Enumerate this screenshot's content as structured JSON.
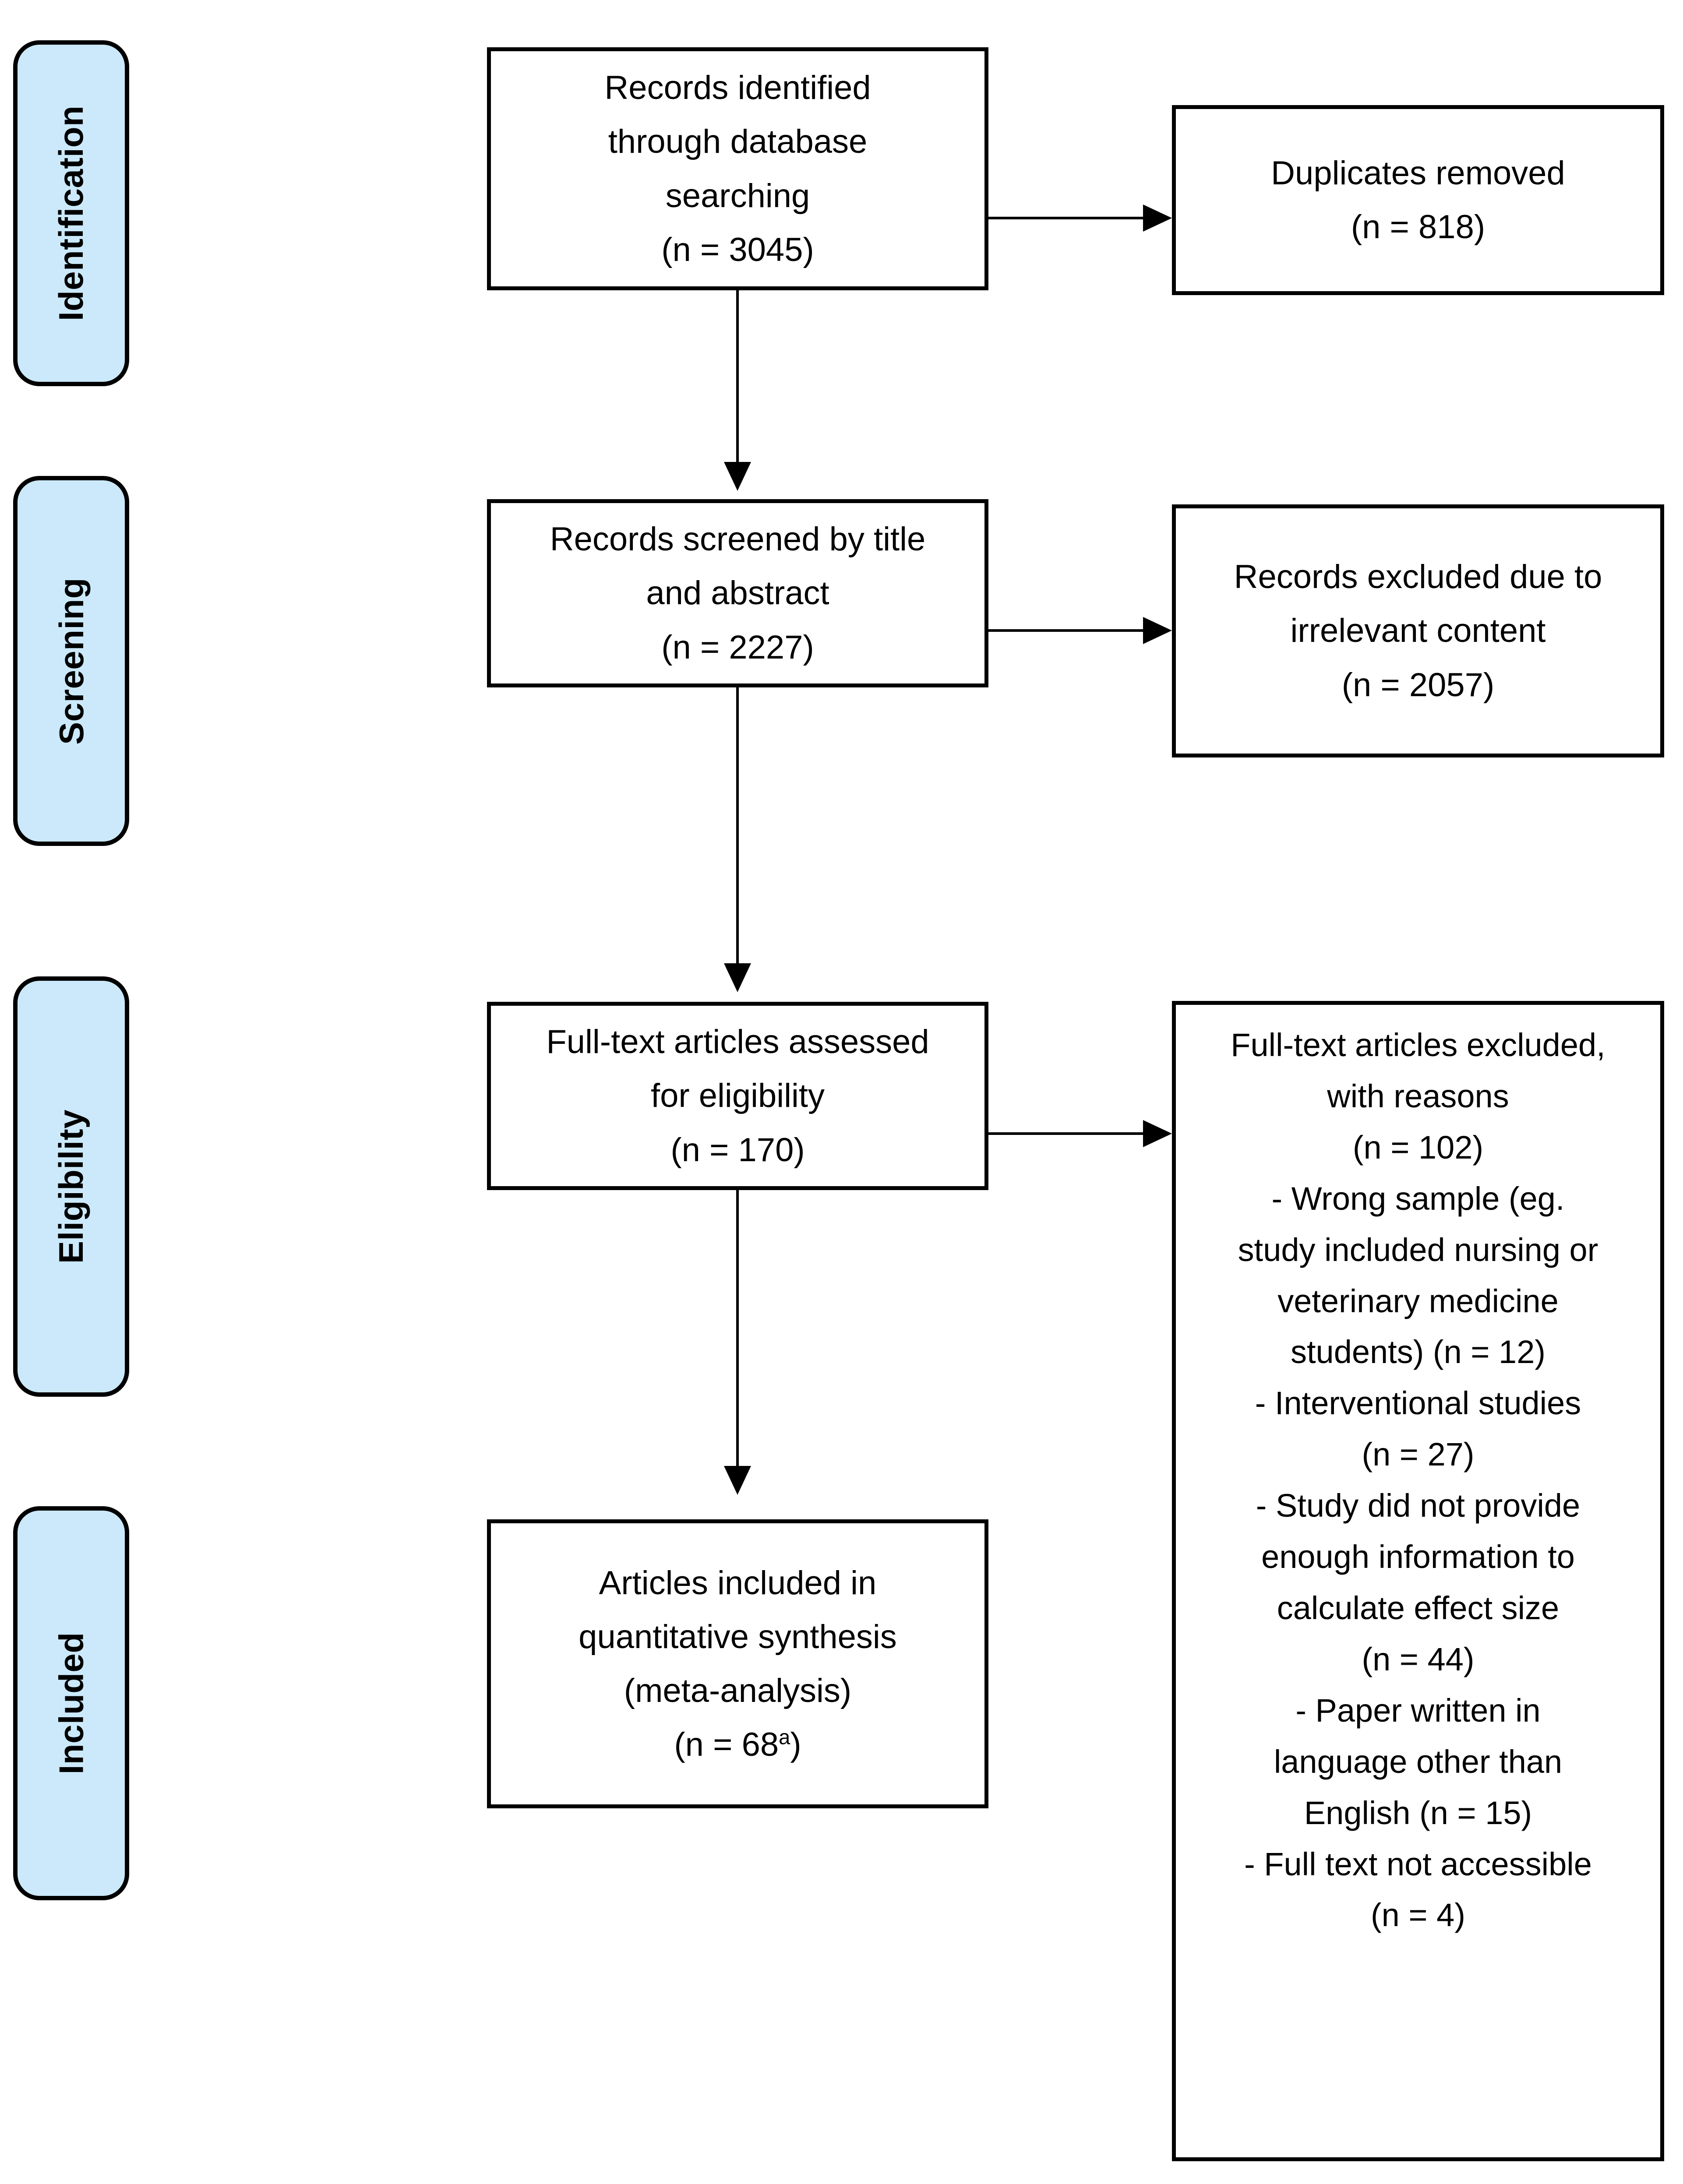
{
  "diagram": {
    "type": "prisma-flow-diagram",
    "title": "PRISMA study selection flow diagram"
  },
  "stages": [
    {
      "id": "identification",
      "label": "Identification"
    },
    {
      "id": "screening",
      "label": "Screening"
    },
    {
      "id": "eligibility",
      "label": "Eligibility"
    },
    {
      "id": "included",
      "label": "Included"
    }
  ],
  "boxes": {
    "records_identified": {
      "lines": [
        "Records identified",
        "through database",
        "searching",
        "(n = 3045)"
      ],
      "count": 3045
    },
    "duplicates_removed": {
      "lines": [
        "Duplicates removed",
        "(n = 818)"
      ],
      "count": 818
    },
    "records_screened": {
      "lines": [
        "Records screened by title",
        "and abstract",
        "(n = 2227)"
      ],
      "count": 2227
    },
    "records_excluded": {
      "lines": [
        "Records excluded due to",
        "irrelevant content",
        "(n = 2057)"
      ],
      "count": 2057
    },
    "fulltext_assessed": {
      "lines": [
        "Full-text articles assessed",
        "for eligibility",
        "(n = 170)"
      ],
      "count": 170
    },
    "articles_included": {
      "lines": [
        "Articles included in",
        "quantitative synthesis",
        "(meta-analysis)"
      ],
      "count_line_prefix": "(n = 68",
      "count_superscript": "a",
      "count_line_suffix": ")",
      "count": 68
    },
    "fulltext_excluded": {
      "lines": [
        "Full-text articles excluded,",
        "with reasons",
        "(n = 102)",
        "- Wrong sample (eg.",
        "study included nursing or",
        "veterinary medicine",
        "students) (n = 12)",
        "- Interventional studies",
        "(n = 27)",
        "- Study did not provide",
        "enough information to",
        "calculate effect size",
        "(n = 44)",
        "- Paper written in",
        "language other than",
        "English (n = 15)",
        "- Full text not accessible",
        "(n = 4)"
      ],
      "count": 102,
      "reasons": [
        {
          "reason": "Wrong sample (eg. study included nursing or veterinary medicine students)",
          "n": 12
        },
        {
          "reason": "Interventional studies",
          "n": 27
        },
        {
          "reason": "Study did not provide enough information to calculate effect size",
          "n": 44
        },
        {
          "reason": "Paper written in language other than English",
          "n": 15
        },
        {
          "reason": "Full text not accessible",
          "n": 4
        }
      ]
    }
  },
  "colors": {
    "stage_fill": "#cbe9fb",
    "stroke": "#000000",
    "box_fill": "#ffffff"
  }
}
